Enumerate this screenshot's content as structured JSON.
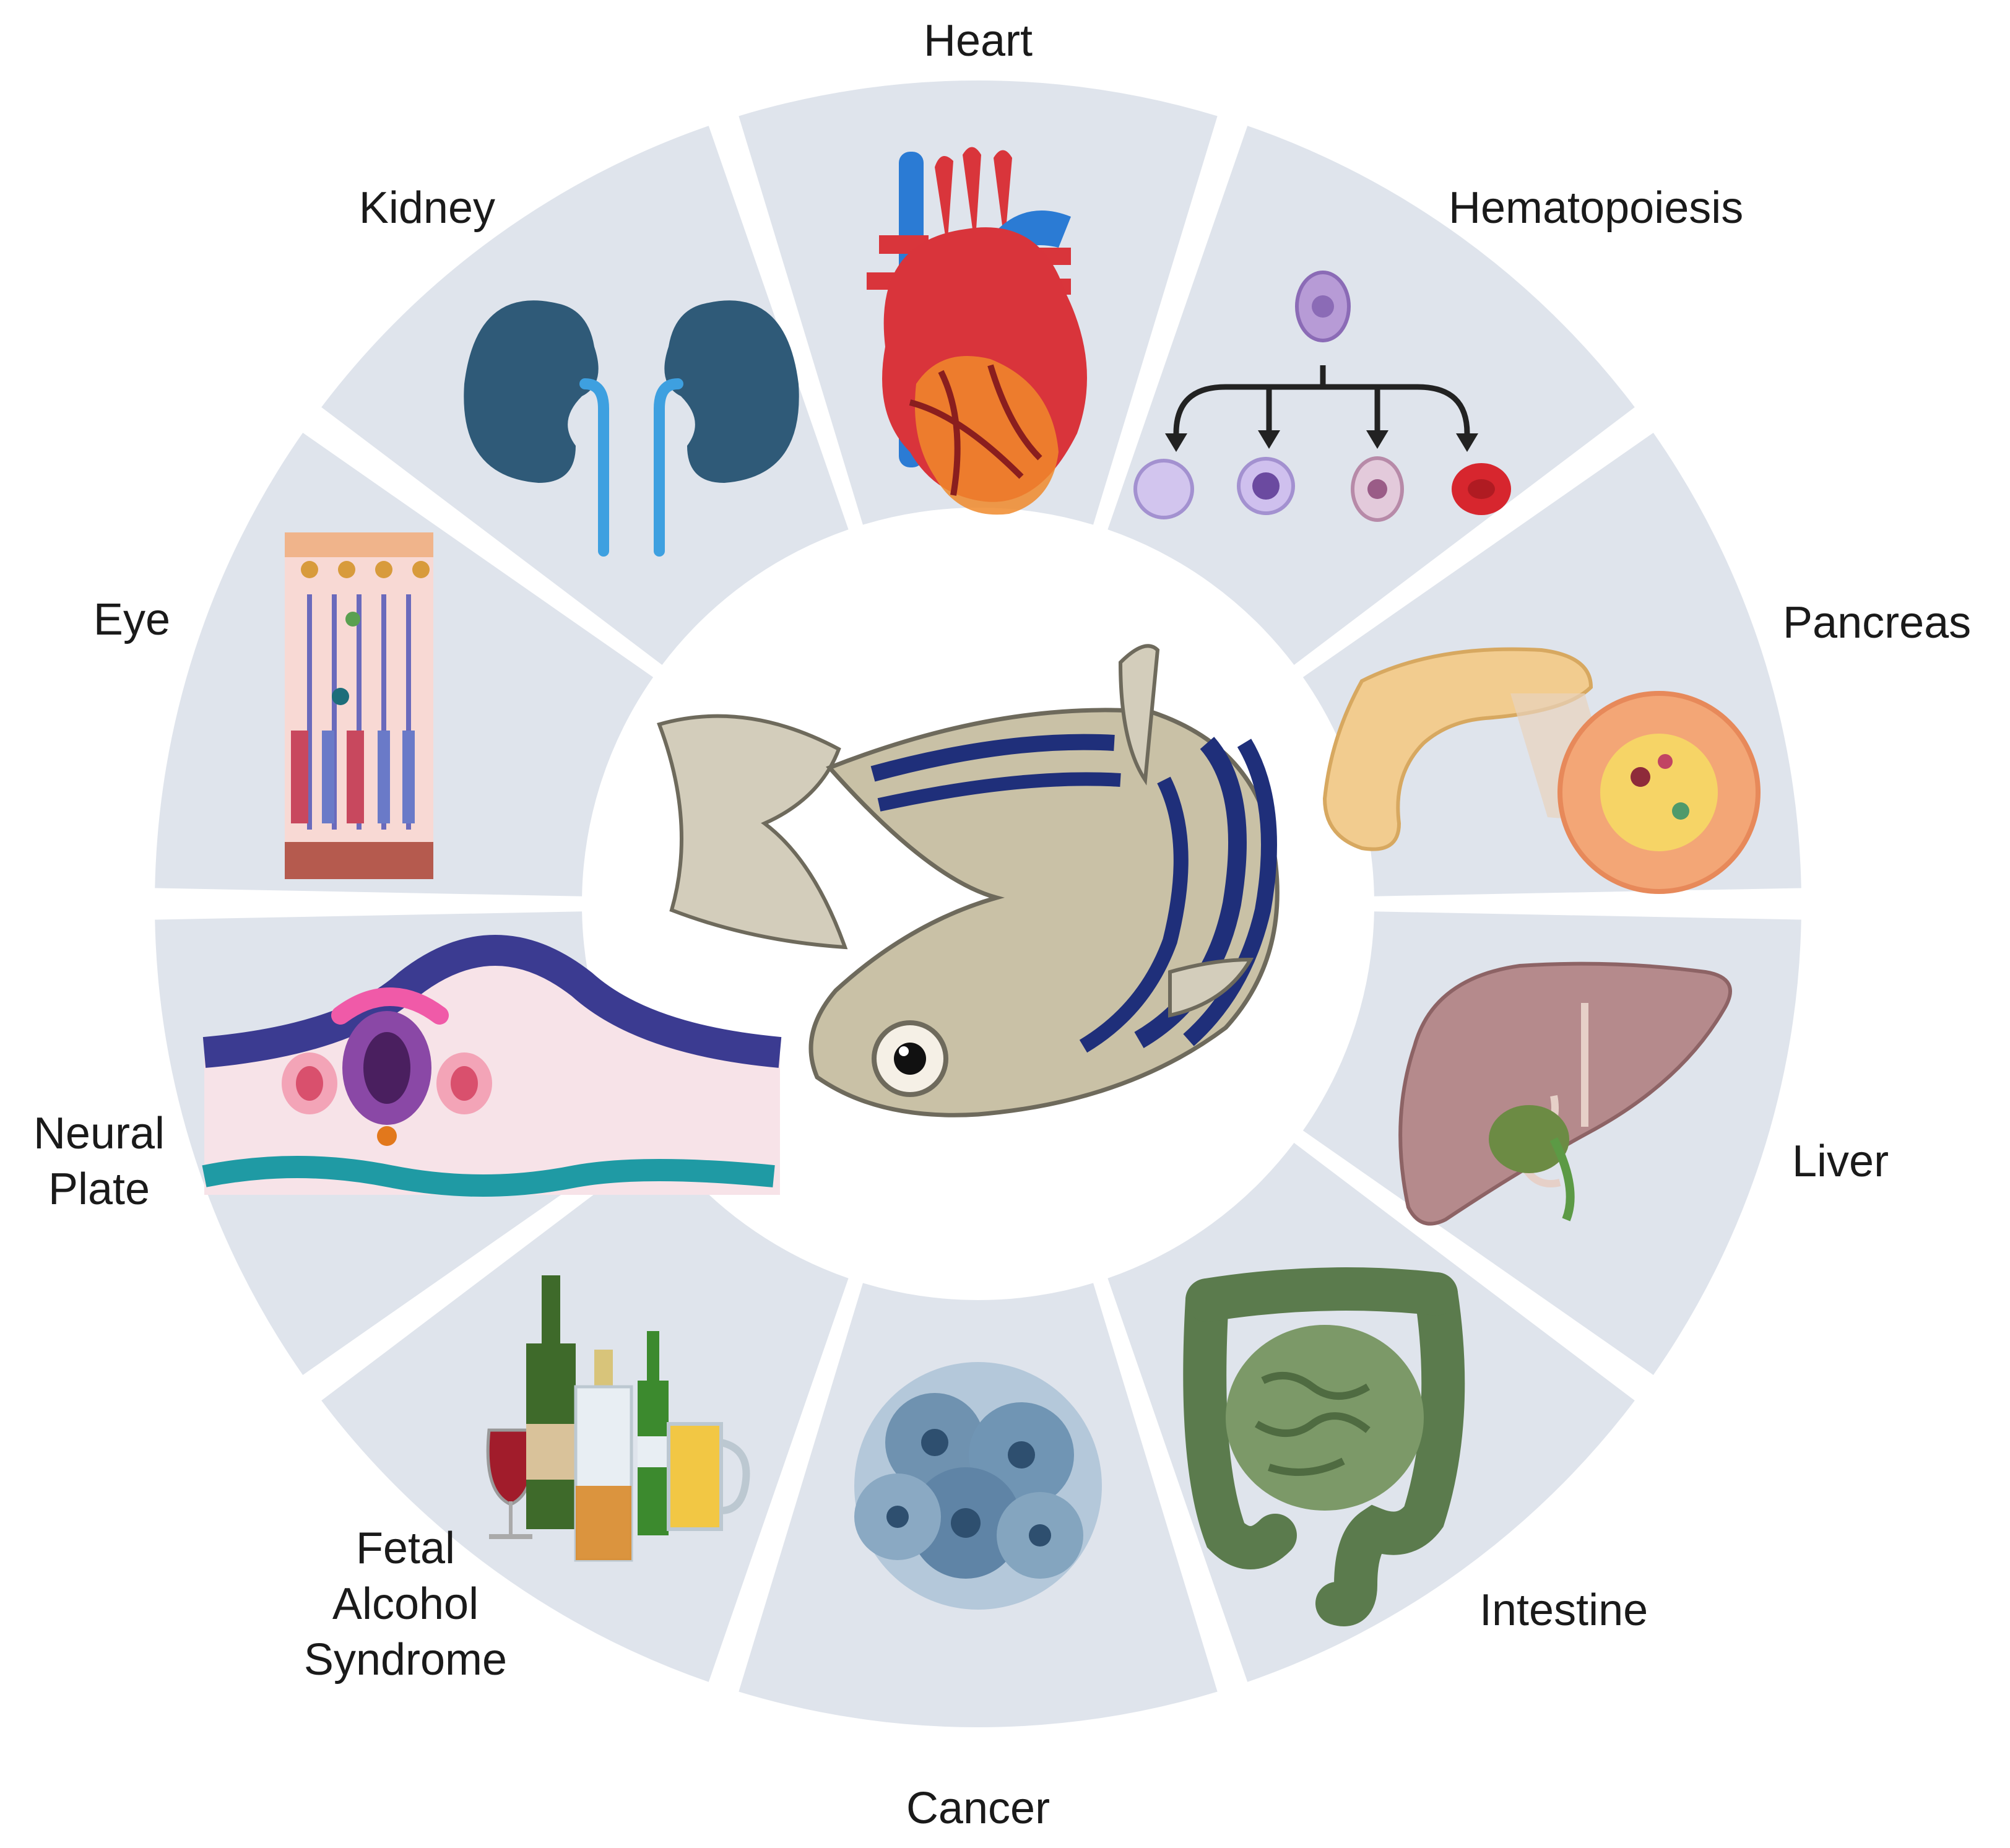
{
  "segments": [
    {
      "key": "heart",
      "label_lines": [
        "Heart"
      ]
    },
    {
      "key": "hematopoiesis",
      "label_lines": [
        "Hematopoiesis"
      ]
    },
    {
      "key": "pancreas",
      "label_lines": [
        "Pancreas"
      ]
    },
    {
      "key": "liver",
      "label_lines": [
        "Liver"
      ]
    },
    {
      "key": "intestine",
      "label_lines": [
        "Intestine"
      ]
    },
    {
      "key": "cancer",
      "label_lines": [
        "Cancer"
      ]
    },
    {
      "key": "fetal-alcohol-syndrome",
      "label_lines": [
        "Fetal",
        "Alcohol",
        "Syndrome"
      ]
    },
    {
      "key": "neural-plate",
      "label_lines": [
        "Neural",
        "Plate"
      ]
    },
    {
      "key": "eye",
      "label_lines": [
        "Eye"
      ]
    },
    {
      "key": "kidney",
      "label_lines": [
        "Kidney"
      ]
    }
  ],
  "center": {
    "icon": "zebrafish-icon"
  },
  "colors": {
    "segment_fill": "#dfe4ec",
    "fish_body": "#c9c1a6",
    "fish_stripe": "#1f2f7a"
  }
}
